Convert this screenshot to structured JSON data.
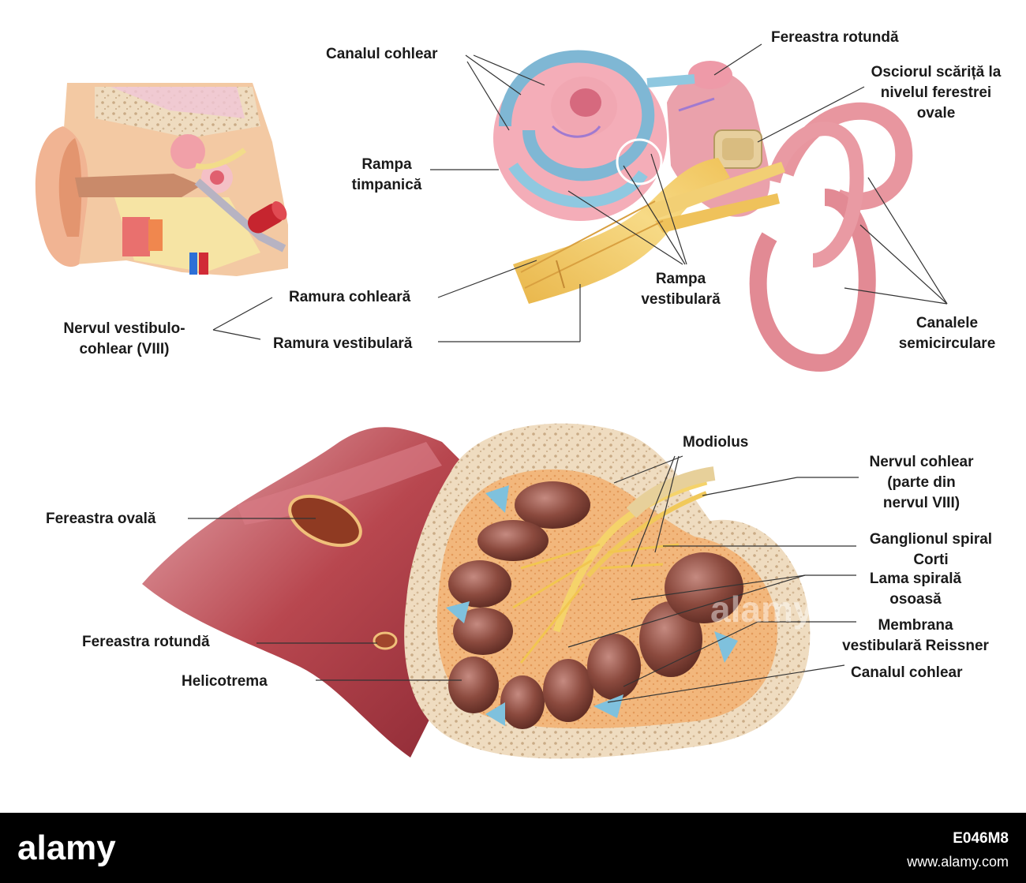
{
  "labels": {
    "canalul_cohlear_top": "Canalul cohlear",
    "fereastra_rotunda_top": "Fereastra rotundă",
    "osciorul": [
      "Osciorul scăriță la",
      "nivelul ferestrei",
      "ovale"
    ],
    "rampa_timpanica": [
      "Rampa",
      "timpanică"
    ],
    "rampa_vestibulara": [
      "Rampa",
      "vestibulară"
    ],
    "canalele": [
      "Canalele",
      "semicirculare"
    ],
    "ramura_cohleara": "Ramura cohleară",
    "ramura_vestibulara": "Ramura vestibulară",
    "nervul_vestibulo": [
      "Nervul vestibulo-",
      "cohlear (VIII)"
    ],
    "modiolus": "Modiolus",
    "nervul_cohlear": [
      "Nervul cohlear",
      "(parte din",
      "nervul VIII)"
    ],
    "ganglionul": [
      "Ganglionul spiral",
      "Corti"
    ],
    "lama": [
      "Lama spirală",
      "osoasă"
    ],
    "membrana": [
      "Membrana",
      "vestibulară Reissner"
    ],
    "canalul_cohlear_bottom": "Canalul cohlear",
    "fereastra_ovala": "Fereastra ovală",
    "fereastra_rotunda_bottom": "Fereastra rotundă",
    "helicotrema": "Helicotrema"
  },
  "watermark": {
    "logo_text": "alamy",
    "image_id": "E046M8",
    "site": "www.alamy.com"
  },
  "colors": {
    "pink": "#e99aa8",
    "blue": "#8fc8e0",
    "nerve": "#f0cc6a",
    "bone": "#efdcc0",
    "chamber": "#8b4a3e",
    "muscle": "#b8474f"
  }
}
